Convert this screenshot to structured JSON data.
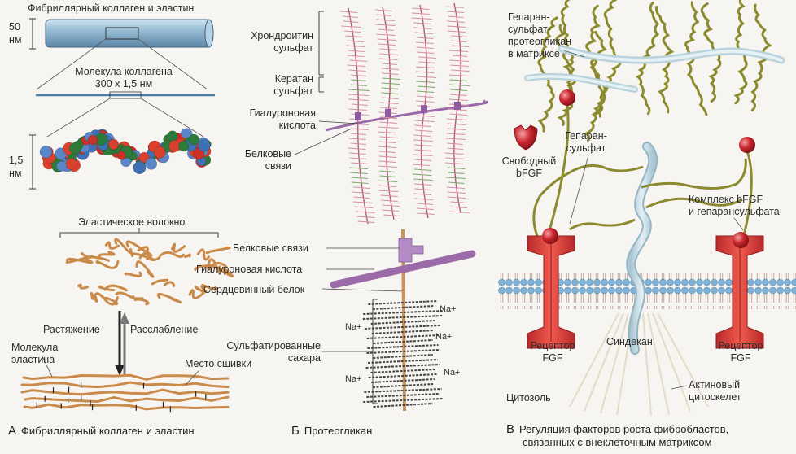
{
  "panel_a": {
    "fibril_title": "Фибриллярный коллаген и эластин",
    "dim_50": "50",
    "dim_50_unit": "нм",
    "molecule_label_1": "Молекула коллагена",
    "molecule_label_2": "300 x 1,5 нм",
    "dim_15": "1,5",
    "dim_15_unit": "нм",
    "elastic_fiber": "Эластическое волокно",
    "stretch": "Растяжение",
    "relax": "Расслабление",
    "elastin_1": "Молекула",
    "elastin_2": "эластина",
    "crosslink": "Место сшивки",
    "caption_letter": "А",
    "caption": "Фибриллярный коллаген и эластин"
  },
  "panel_b": {
    "chondroitin_1": "Хрондроитин",
    "chondroitin_2": "сульфат",
    "keratan_1": "Кератан",
    "keratan_2": "сульфат",
    "hyaluronic_1": "Гиалуроновая",
    "hyaluronic_2": "кислота",
    "protein_links_1": "Белковые",
    "protein_links_2": "связи",
    "protein_links_full": "Белковые связи",
    "hyaluronic_full": "Гиалуроновая кислота",
    "core_protein": "Сердцевинный белок",
    "sulfated_1": "Сульфатированные",
    "sulfated_2": "сахара",
    "na1": "Na+",
    "na2": "Na+",
    "na3": "Na+",
    "na4": "Na+",
    "na5": "Na+",
    "caption_letter": "Б",
    "caption": "Протеогликан"
  },
  "panel_c": {
    "heparan_pg_1": "Гепаран-",
    "heparan_pg_2": "сульфат-",
    "heparan_pg_3": "протеогликан",
    "heparan_pg_4": "в матриксе",
    "heparan_s_1": "Гепаран-",
    "heparan_s_2": "сульфат",
    "free_1": "Свободный",
    "free_2": "bFGF",
    "complex_1": "Комплекс bFGF",
    "complex_2": "и гепарансульфата",
    "receptor_l_1": "Рецептор",
    "receptor_l_2": "FGF",
    "syndecan": "Синдекан",
    "receptor_r_1": "Рецептор",
    "receptor_r_2": "FGF",
    "cytosol": "Цитозоль",
    "actin_1": "Актиновый",
    "actin_2": "цитоскелет",
    "caption_letter": "В",
    "caption_1": "Регуляция факторов роста фибробластов,",
    "caption_2": "связанных с внеклеточным матриксом"
  },
  "colors": {
    "membrane": "#7fb2d6",
    "receptor": "#e0433f",
    "gag": "#8c8a2e",
    "core_protein": "#d9a878",
    "hyaluronan": "#9b6aa8",
    "chondroitin": "#d48fa6",
    "elastin": "#c98a4a"
  }
}
